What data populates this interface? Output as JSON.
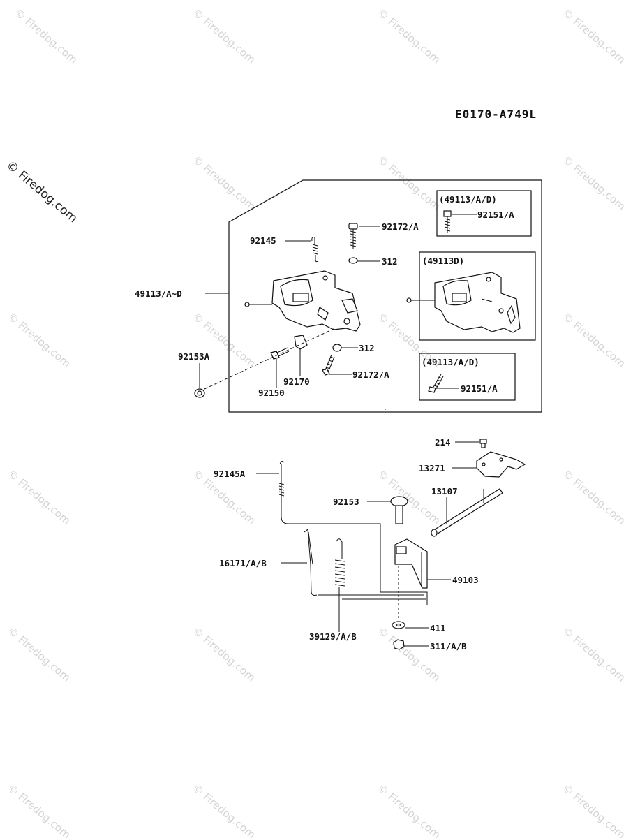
{
  "diagram_code": "E0170-A749L",
  "corner_watermark": "© Firedog.com",
  "watermark_text": "© Firedog.com",
  "inset_labels": {
    "top": "(49113/A/D)",
    "middle": "(49113D)",
    "bottom": "(49113/A/D)"
  },
  "callouts": {
    "c49113": "49113/A~D",
    "c92145": "92145",
    "c92172a_top": "92172/A",
    "c312_top": "312",
    "c92151a_top": "92151/A",
    "c92153a": "92153A",
    "c312_mid": "312",
    "c92172a_mid": "92172/A",
    "c92170": "92170",
    "c92150": "92150",
    "c92151a_bot": "92151/A",
    "c214": "214",
    "c13271": "13271",
    "c92145a": "92145A",
    "c13107": "13107",
    "c92153": "92153",
    "c16171": "16171/A/B",
    "c49103": "49103",
    "c411": "411",
    "c39129": "39129/A/B",
    "c311": "311/A/B"
  }
}
